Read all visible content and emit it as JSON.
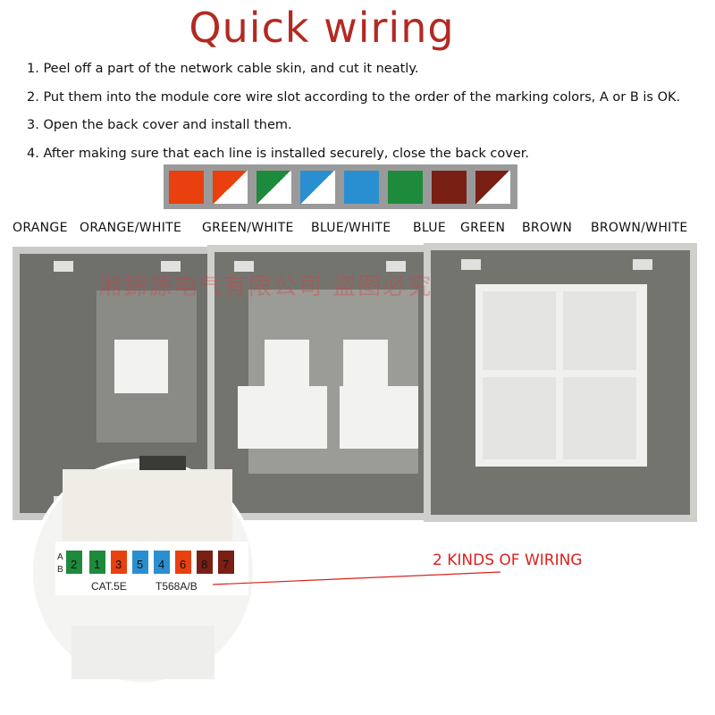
{
  "title": "Quick wiring",
  "steps": [
    "1. Peel off a part of the network cable skin, and cut it neatly.",
    "2. Put them into the module core wire slot according to the order of the marking colors, A or B is OK.",
    "3. Open the back cover and install them.",
    "4. After making sure that each line is installed securely, close the back cover."
  ],
  "swatches": [
    {
      "name": "orange",
      "color": "#e8400e",
      "striped": false
    },
    {
      "name": "orange-white",
      "color": "#e8400e",
      "striped": true
    },
    {
      "name": "green-white",
      "color": "#1e8a3c",
      "striped": true
    },
    {
      "name": "blue-white",
      "color": "#2a8fd0",
      "striped": true
    },
    {
      "name": "blue",
      "color": "#2a8fd0",
      "striped": false
    },
    {
      "name": "green",
      "color": "#1e8a3c",
      "striped": false
    },
    {
      "name": "brown",
      "color": "#7a1f14",
      "striped": false
    },
    {
      "name": "brown-white",
      "color": "#7a1f14",
      "striped": true
    }
  ],
  "color_labels": [
    "ORANGE",
    "ORANGE/WHITE",
    "GREEN/WHITE",
    "BLUE/WHITE",
    "BLUE",
    "GREEN",
    "BROWN",
    "BROWN/WHITE"
  ],
  "module_label": {
    "row_a": "A",
    "row_b": "B",
    "pins": [
      "2",
      "1",
      "3",
      "5",
      "4",
      "6",
      "8",
      "7"
    ],
    "cat": "CAT.5E",
    "standard": "T568A/B"
  },
  "callout": "2 KINDS OF WIRING",
  "watermark": "湘錦源电气有限公司 盗图必究",
  "colors": {
    "title": "#b22a22",
    "callout": "#d9231f",
    "panel": "#6f6f6c",
    "frame": "#c9c9c6"
  }
}
